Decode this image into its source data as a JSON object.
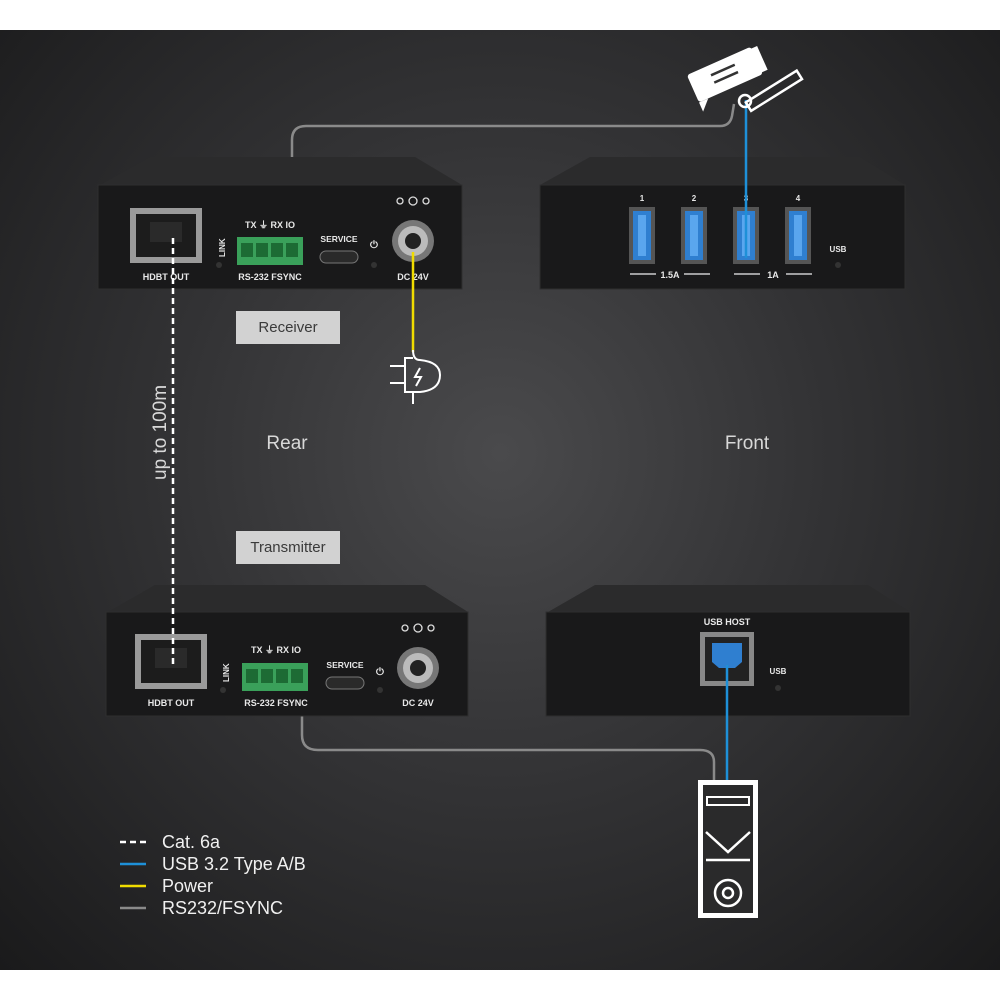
{
  "receiver": {
    "tag": "Receiver",
    "rear": {
      "hdbt_label": "HDBT OUT",
      "link_label": "LINK",
      "serial_pins": "TX ⏚ RX IO",
      "serial_label": "RS-232 FSYNC",
      "service_label": "SERVICE",
      "dc_label": "DC 24V"
    },
    "front": {
      "port_numbers": [
        "1",
        "2",
        "3",
        "4"
      ],
      "current_left": "1.5A",
      "current_right": "1A",
      "usb_label": "USB"
    }
  },
  "transmitter": {
    "tag": "Transmitter",
    "rear": {
      "hdbt_label": "HDBT OUT",
      "link_label": "LINK",
      "serial_pins": "TX ⏚ RX IO",
      "serial_label": "RS-232 FSYNC",
      "service_label": "SERVICE",
      "dc_label": "DC 24V"
    },
    "front": {
      "usb_host_label": "USB HOST",
      "usb_label": "USB"
    }
  },
  "views": {
    "rear": "Rear",
    "front": "Front"
  },
  "cable_length": "up to 100m",
  "legend": [
    {
      "label": "Cat. 6a",
      "color": "#ffffff",
      "style": "dashed"
    },
    {
      "label": "USB 3.2 Type A/B",
      "color": "#1e90d8",
      "style": "solid"
    },
    {
      "label": "Power",
      "color": "#f0dc00",
      "style": "solid"
    },
    {
      "label": "RS232/FSYNC",
      "color": "#8a8a8a",
      "style": "solid"
    }
  ],
  "colors": {
    "usb": "#1e90d8",
    "power": "#f0dc00",
    "rs232": "#8a8a8a",
    "cat6a": "#ffffff",
    "terminal_green": "#3aa05a",
    "usb_port_blue": "#2f7fd0"
  }
}
